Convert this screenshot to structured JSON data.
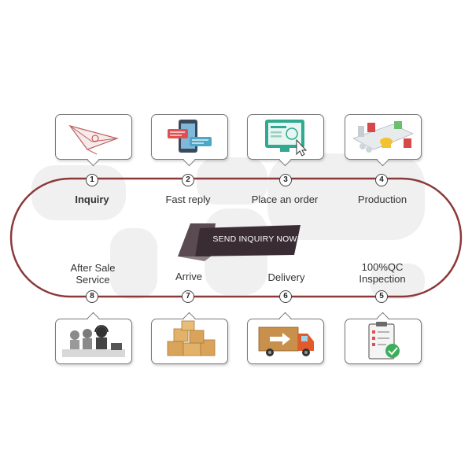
{
  "steps": [
    {
      "number": "1",
      "label": "Inquiry",
      "icon": "paper-plane-envelope-icon"
    },
    {
      "number": "2",
      "label": "Fast reply",
      "icon": "smartphone-chat-icon"
    },
    {
      "number": "3",
      "label": "Place an order",
      "icon": "monitor-click-order-icon"
    },
    {
      "number": "4",
      "label": "Production",
      "icon": "factory-line-icon"
    },
    {
      "number": "5",
      "label": "100%QC Inspection",
      "icon": "clipboard-checklist-icon"
    },
    {
      "number": "6",
      "label": "Delivery",
      "icon": "delivery-truck-icon"
    },
    {
      "number": "7",
      "label": "Arrive",
      "icon": "stacked-boxes-icon"
    },
    {
      "number": "8",
      "label": "After Sale Service",
      "icon": "call-center-icon"
    }
  ],
  "cta": {
    "label": "SEND INQUIRY NOW"
  },
  "colors": {
    "loop": "#8b3a3a",
    "cta_dark": "#3a2c33",
    "cta_mid": "#5a4a52",
    "cta_light": "#8a7f85",
    "outline": "#777777"
  }
}
